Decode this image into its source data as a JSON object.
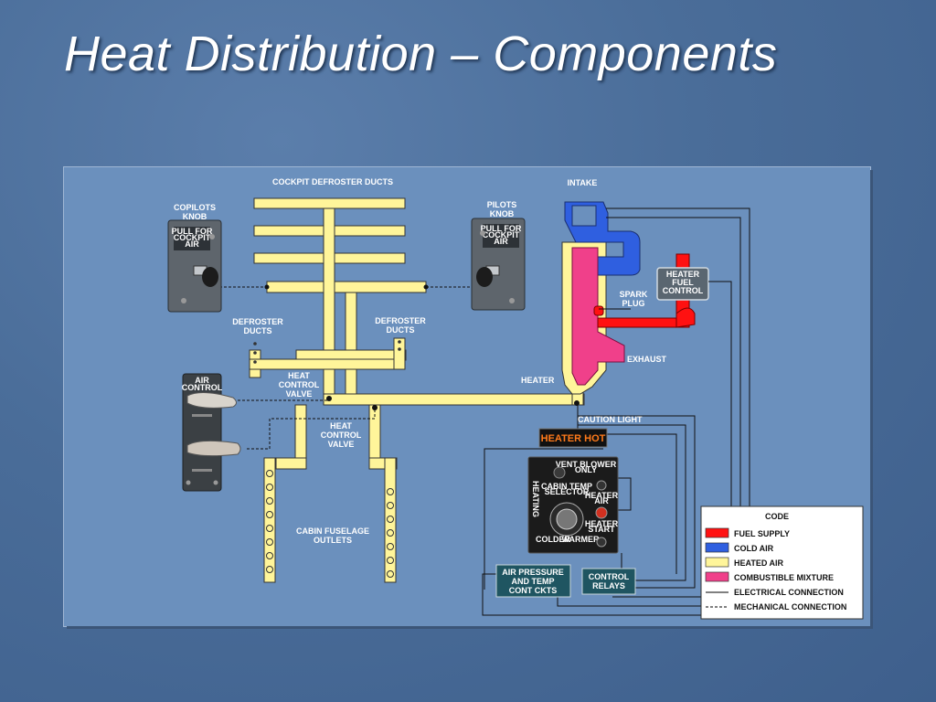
{
  "slide": {
    "title": "Heat Distribution – Components"
  },
  "labels": {
    "cockpit_defroster_ducts": "COCKPIT DEFROSTER DUCTS",
    "copilots_knob": [
      "COPILOTS",
      "KNOB"
    ],
    "pilots_knob": [
      "PILOTS",
      "KNOB"
    ],
    "pull_for_cockpit_air": [
      "PULL FOR",
      "COCKPIT",
      "AIR"
    ],
    "defroster_ducts_left": [
      "DEFROSTER",
      "DUCTS"
    ],
    "defroster_ducts_right": [
      "DEFROSTER",
      "DUCTS"
    ],
    "heat_control_valve_upper": [
      "HEAT",
      "CONTROL",
      "VALVE"
    ],
    "heat_control_valve_lower": [
      "HEAT",
      "CONTROL",
      "VALVE"
    ],
    "air_control": [
      "AIR",
      "CONTROL"
    ],
    "cabin_fuselage_outlets": [
      "CABIN FUSELAGE",
      "OUTLETS"
    ],
    "intake": "INTAKE",
    "spark_plug": [
      "SPARK",
      "PLUG"
    ],
    "heater_fuel_control": [
      "HEATER",
      "FUEL",
      "CONTROL"
    ],
    "exhaust": "EXHAUST",
    "heater": "HEATER",
    "caution_light": "CAUTION LIGHT",
    "heater_hot": "HEATER HOT",
    "air_pressure_temp": [
      "AIR PRESSURE",
      "AND TEMP",
      "CONT CKTS"
    ],
    "control_relays": [
      "CONTROL",
      "RELAYS"
    ],
    "panel_heating": "HEATING",
    "panel_vent_blower": [
      "VENT BLOWER",
      "ONLY"
    ],
    "panel_cabin_temp": [
      "CABIN TEMP",
      "SELECTOR"
    ],
    "panel_colder": "COLDER",
    "panel_warmer": "WARMER",
    "panel_heater_air": [
      "HEATER",
      "AIR"
    ],
    "panel_heater_start": [
      "HEATER",
      "START"
    ]
  },
  "legend": {
    "title": "CODE",
    "items": [
      {
        "label": "FUEL SUPPLY",
        "color": "#ff1111",
        "kind": "swatch"
      },
      {
        "label": "COLD AIR",
        "color": "#2f5fe0",
        "kind": "swatch"
      },
      {
        "label": "HEATED AIR",
        "color": "#fff59a",
        "kind": "swatch"
      },
      {
        "label": "COMBUSTIBLE MIXTURE",
        "color": "#f0408a",
        "kind": "swatch"
      },
      {
        "label": "ELECTRICAL CONNECTION",
        "color": "#000000",
        "kind": "solid"
      },
      {
        "label": "MECHANICAL CONNECTION",
        "color": "#000000",
        "kind": "dashed"
      }
    ]
  },
  "colors": {
    "heated_air": "#fff59a",
    "cold_air": "#2f5fe0",
    "fuel": "#ff1111",
    "combustible": "#f0408a",
    "panel_teal": "#1f5561"
  }
}
